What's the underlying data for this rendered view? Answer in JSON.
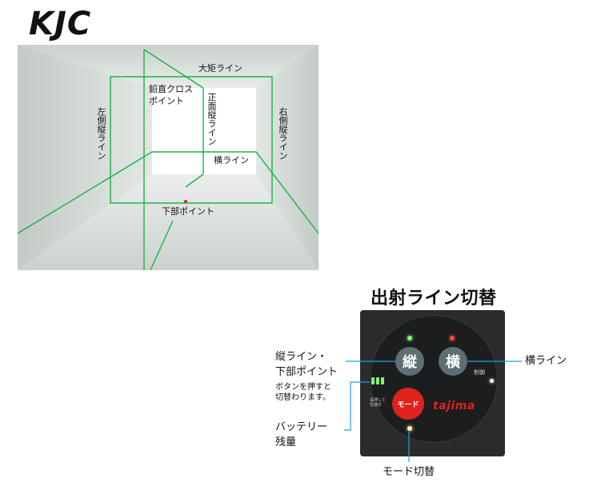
{
  "brand_logo": "KJC",
  "room_labels": {
    "ceiling_line": "大矩ライン",
    "plumb_cross": "鉛直クロス",
    "plumb_cross_2": "ポイント",
    "front_vertical": "正面縦ライン",
    "left_vertical": "左側縦ライン",
    "right_vertical": "右側縦ライン",
    "horizontal": "横ライン",
    "bottom_point": "下部ポイント"
  },
  "section_title": "出射ライン切替",
  "remote": {
    "vertical_button": "縦",
    "horizontal_button": "横",
    "mode_button": "モード",
    "brand": "tajima",
    "control_label": "制御",
    "hold_label_1": "長押して",
    "hold_label_2": "交通灯"
  },
  "callouts": {
    "vertical_line_1": "縦ライン・",
    "vertical_line_2": "下部ポイント",
    "vertical_note_1": "ボタンを押すと",
    "vertical_note_2": "切替わります。",
    "horizontal_line": "横ライン",
    "battery_1": "バッテリー",
    "battery_2": "残量",
    "mode_switch": "モード切替"
  },
  "colors": {
    "laser_green": "#19b34a",
    "mode_red": "#e0231d"
  }
}
